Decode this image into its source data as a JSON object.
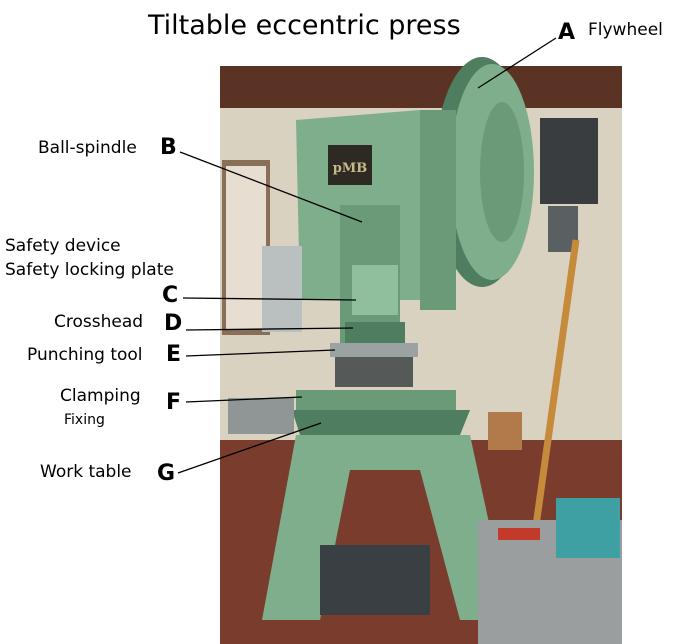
{
  "title": "Tiltable eccentric press",
  "callouts": [
    {
      "letter": "A",
      "name": "Flywheel"
    },
    {
      "letter": "B",
      "name": "Ball-spindle"
    },
    {
      "letter": "C",
      "name": "Safety device",
      "name2": "Safety locking plate"
    },
    {
      "letter": "D",
      "name": "Crosshead"
    },
    {
      "letter": "E",
      "name": "Punching tool"
    },
    {
      "letter": "F",
      "name": "Clamping",
      "name2": "Fixing"
    },
    {
      "letter": "G",
      "name": "Work table"
    }
  ],
  "photo": {
    "machine_badge": "pMB",
    "colors": {
      "machine": "#7fae8c",
      "machine_shadow": "#4f7d60",
      "wall": "#d9d2c0",
      "floor": "#7a3c2c",
      "beam": "#5a3324",
      "handle": "#c58a3a"
    }
  }
}
